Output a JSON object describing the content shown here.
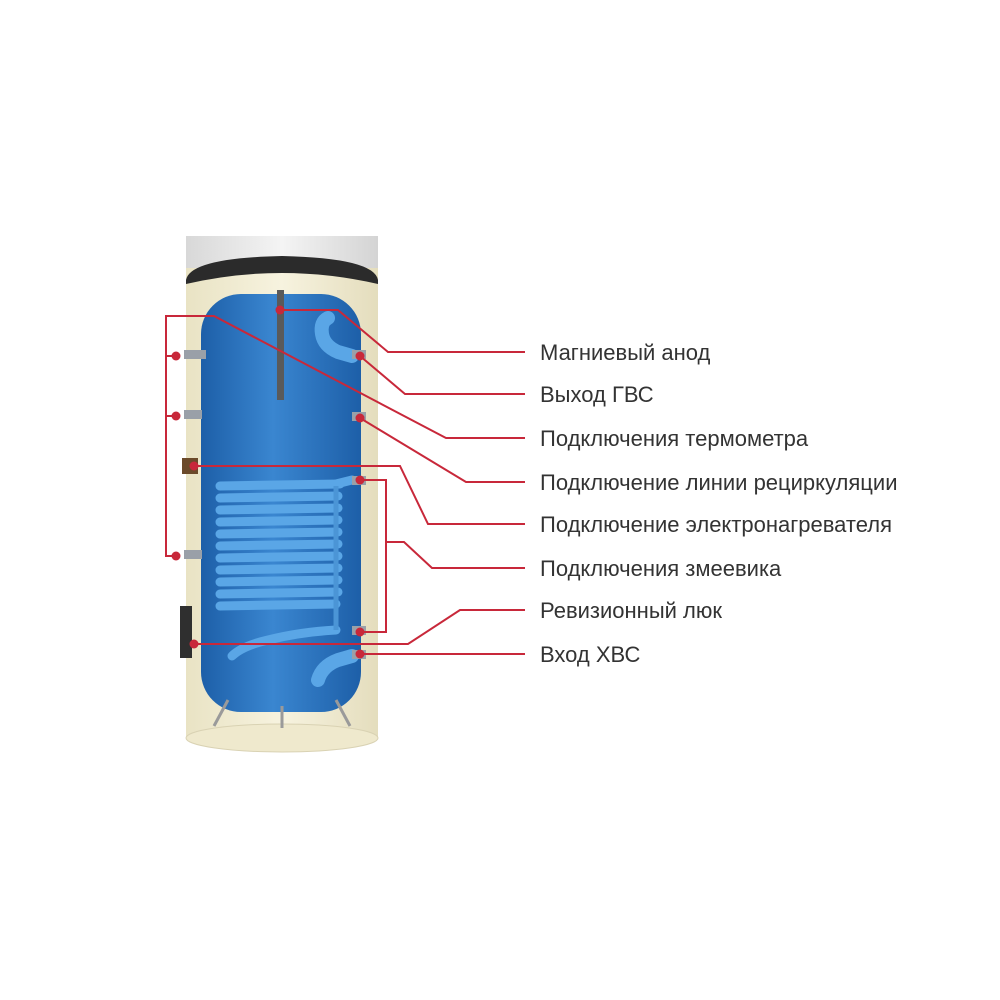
{
  "diagram": {
    "labels": [
      {
        "id": "magnesium-anode",
        "text": "Магниевый анод"
      },
      {
        "id": "dhw-outlet",
        "text": "Выход ГВС"
      },
      {
        "id": "thermometer-connections",
        "text": "Подключения термометра"
      },
      {
        "id": "recirculation-connection",
        "text": "Подключение линии рециркуляции"
      },
      {
        "id": "electric-heater-connection",
        "text": "Подключение электронагревателя"
      },
      {
        "id": "coil-connections",
        "text": "Подключения змеевика"
      },
      {
        "id": "inspection-hatch",
        "text": "Ревизионный люк"
      },
      {
        "id": "cold-water-inlet",
        "text": "Вход ХВС"
      }
    ]
  },
  "colors": {
    "leader_line": "#c8283a",
    "tank_inner": "#2f78c4",
    "tank_inner_dark": "#1d5fa8",
    "coil": "#5aa6e6",
    "insulation": "#f3efd6",
    "casing": "#e6e6e6",
    "top_cap": "#2b2b2b",
    "text": "#333333"
  }
}
